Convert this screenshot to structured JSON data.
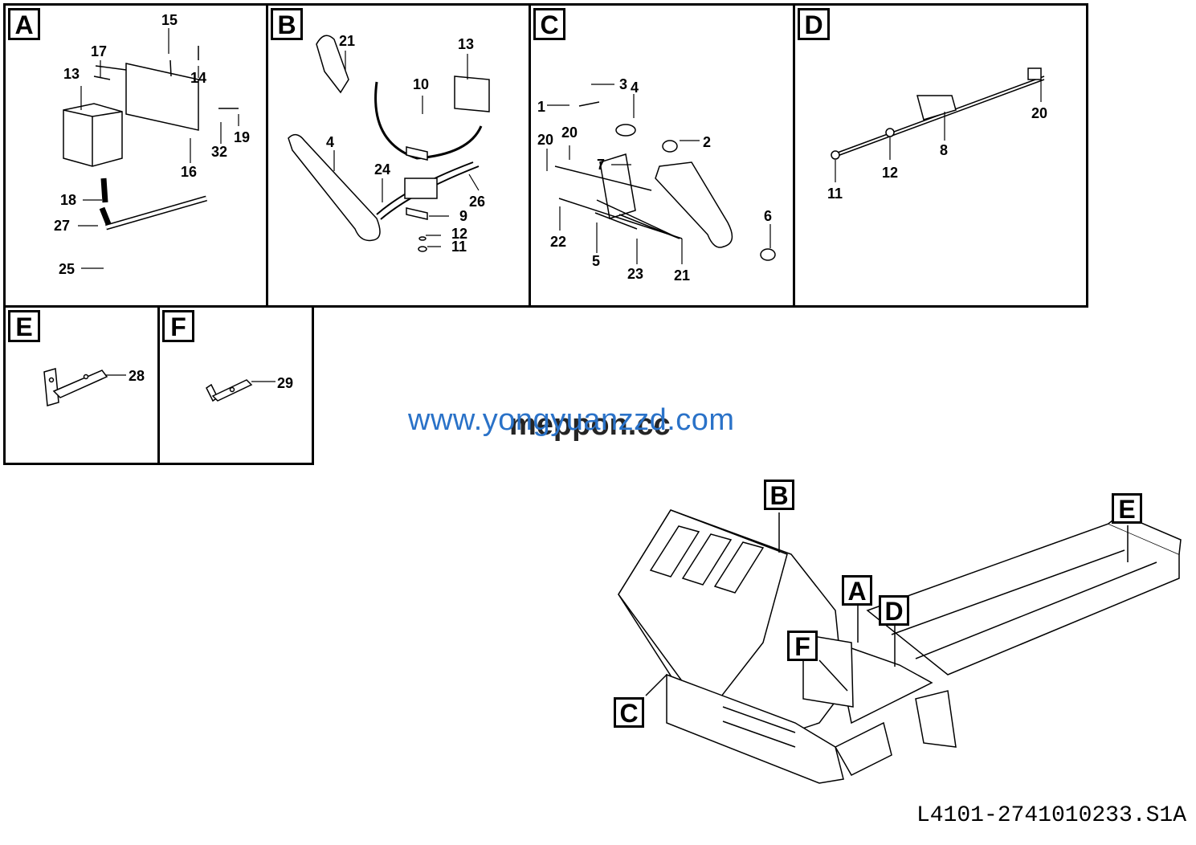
{
  "panels": {
    "A": {
      "tag": "A",
      "labels": [
        "15",
        "17",
        "13",
        "14",
        "19",
        "32",
        "16",
        "18",
        "27",
        "25"
      ]
    },
    "B": {
      "tag": "B",
      "labels": [
        "21",
        "13",
        "10",
        "4",
        "24",
        "26",
        "9",
        "12",
        "11"
      ]
    },
    "C": {
      "tag": "C",
      "labels": [
        "3",
        "4",
        "1",
        "2",
        "20",
        "20",
        "7",
        "6",
        "22",
        "5",
        "23",
        "21"
      ]
    },
    "D": {
      "tag": "D",
      "labels": [
        "20",
        "8",
        "12",
        "11"
      ]
    },
    "E": {
      "tag": "E",
      "labels": [
        "28"
      ]
    },
    "F": {
      "tag": "F",
      "labels": [
        "29"
      ]
    }
  },
  "overview_callouts": [
    "B",
    "A",
    "D",
    "F",
    "E",
    "C"
  ],
  "watermark_1": "www.yongyuanzzd.com",
  "watermark_2": "meppon.cc",
  "drawing_code": "L4101-2741010233.S1A"
}
